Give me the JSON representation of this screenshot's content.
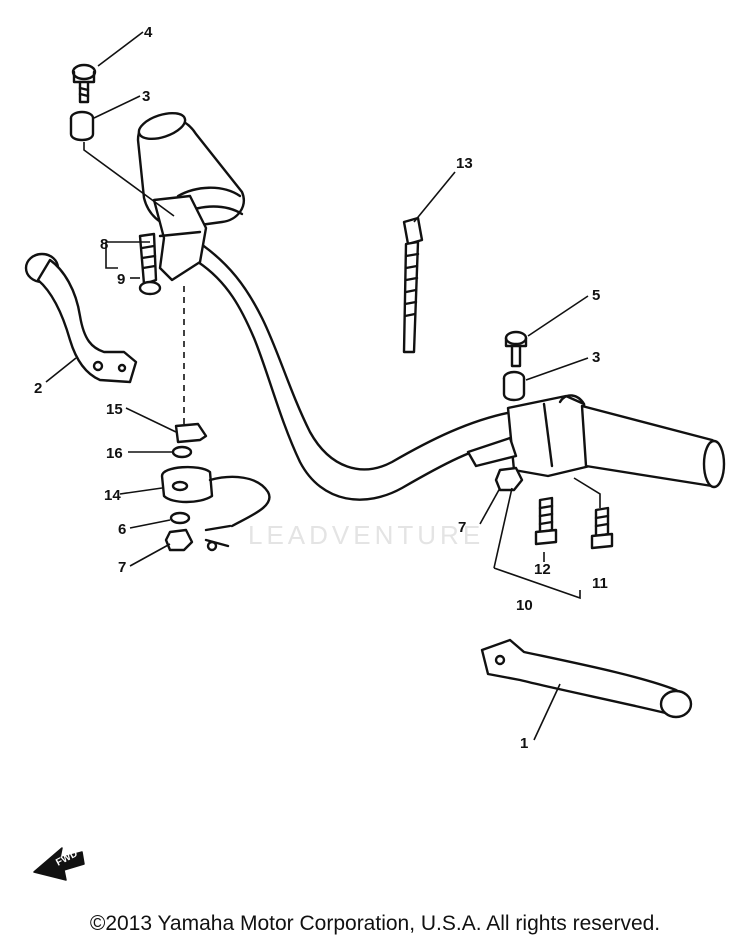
{
  "diagram": {
    "callouts": {
      "c1": "1",
      "c2": "2",
      "c3a": "3",
      "c3b": "3",
      "c4": "4",
      "c5": "5",
      "c6": "6",
      "c7a": "7",
      "c7b": "7",
      "c8": "8",
      "c9": "9",
      "c10": "10",
      "c11": "11",
      "c12": "12",
      "c13": "13",
      "c14": "14",
      "c15": "15",
      "c16": "16"
    },
    "fwd_label": "FWD",
    "watermark": "LEADVENTURE",
    "copyright": "©2013 Yamaha Motor Corporation, U.S.A. All rights reserved."
  }
}
